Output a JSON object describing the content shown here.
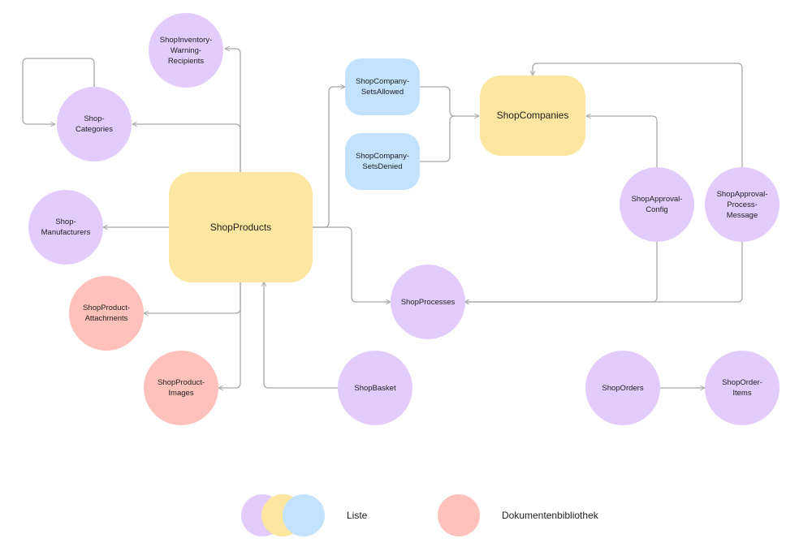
{
  "nodes": {
    "shop_inventory_warning_recipients": "ShopInventory-\nWarning-\nRecipients",
    "shop_categories": "Shop-\nCategories",
    "shop_manufacturers": "Shop-\nManufacturers",
    "shop_product_attachments": "ShopProduct-\nAttachments",
    "shop_product_images": "ShopProduct-\nImages",
    "shop_products": "ShopProducts",
    "shop_basket": "ShopBasket",
    "shop_company_sets_allowed": "ShopCompany-\nSetsAllowed",
    "shop_company_sets_denied": "ShopCompany-\nSetsDenied",
    "shop_companies": "ShopCompanies",
    "shop_approval_config": "ShopApproval-\nConfig",
    "shop_approval_process_message": "ShopApproval-\nProcess-\nMessage",
    "shop_processes": "ShopProcesses",
    "shop_orders": "ShopOrders",
    "shop_order_items": "ShopOrder-\nItems"
  },
  "legend": {
    "list_label": "Liste",
    "library_label": "Dokumentenbibliothek"
  },
  "colors": {
    "purple": "#e3cbfc",
    "yellow": "#fde6a0",
    "blue": "#c3e2fd",
    "red": "#fec1bb",
    "edge": "#a8a8a8"
  }
}
